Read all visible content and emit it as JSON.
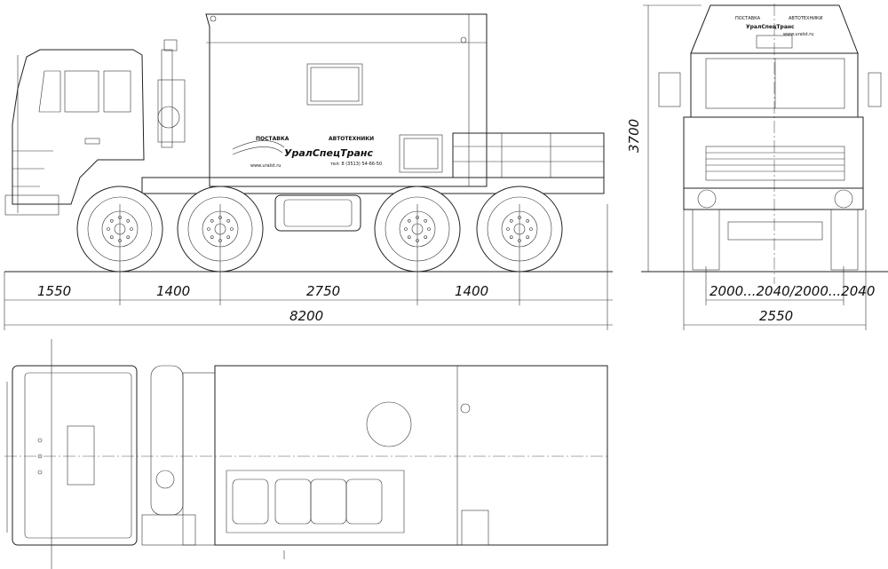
{
  "side_view": {
    "dimensions": {
      "front_overhang": "1550",
      "wheelbase_1": "1400",
      "wheelbase_2": "2750",
      "wheelbase_3": "1400",
      "overall_length": "8200"
    },
    "body_signage": {
      "line1": "ПОСТАВКА",
      "line2": "АВТОТЕХНИКИ",
      "brand": "УралСпецТранс",
      "website": "www.uralst.ru",
      "phone": "тел: 8 (3513) 54-66-50"
    }
  },
  "front_view": {
    "dimensions": {
      "height": "3700",
      "track": "2000...2040/2000...2040",
      "width": "2550"
    },
    "signage": {
      "line1": "ПОСТАВКА",
      "line2": "АВТОТЕХНИКИ",
      "brand": "УралСпецТранс",
      "website": "www.uralst.ru"
    }
  }
}
